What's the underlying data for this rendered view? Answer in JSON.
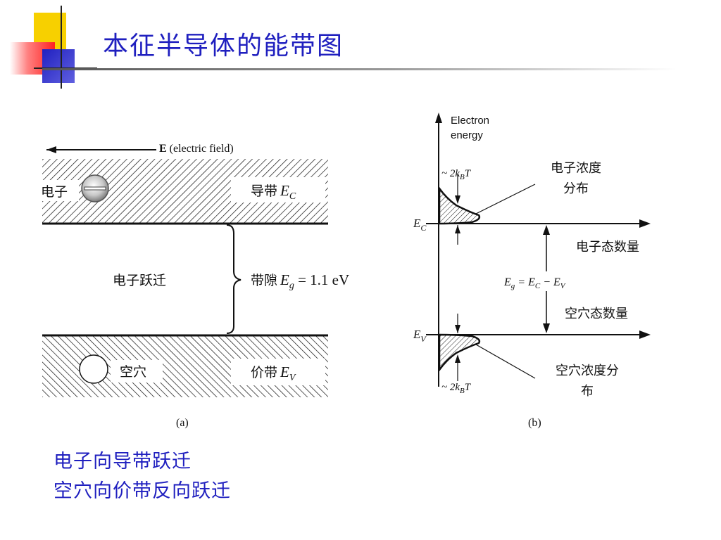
{
  "slide": {
    "title": "本征半导体的能带图",
    "bottom_lines": [
      "电子向导带跃迁",
      "空穴向价带反向跃迁"
    ]
  },
  "figure_a": {
    "field_label_bold": "E",
    "field_label_rest": " (electric field)",
    "electron_label": "电子",
    "conduction_band_label": "导带",
    "conduction_band_symbol": "E",
    "conduction_band_sub": "C",
    "transition_label": "电子跃迁",
    "gap_label_cn": "带隙",
    "gap_symbol": "E",
    "gap_sub": "g",
    "gap_value": " = 1.1 eV",
    "hole_label": "空穴",
    "valence_band_label": "价带",
    "valence_band_symbol": "E",
    "valence_band_sub": "V",
    "caption": "(a)"
  },
  "figure_b": {
    "axis_label_line1": "Electron",
    "axis_label_line2": "energy",
    "top_width_label": "~ 2k",
    "top_width_sub": "B",
    "top_width_T": "T",
    "electron_dist_line1": "电子浓度",
    "electron_dist_line2": "分布",
    "ec_label": "E",
    "ec_sub": "C",
    "electron_states_label": "电子态数量",
    "gap_eq_E1": "E",
    "gap_eq_sub1": "g",
    "gap_eq_mid": " = E",
    "gap_eq_sub2": "C",
    "gap_eq_minus": " − E",
    "gap_eq_sub3": "V",
    "hole_states_label": "空穴态数量",
    "ev_label": "E",
    "ev_sub": "V",
    "hole_dist_line1": "空穴浓度分",
    "hole_dist_line2": "布",
    "bottom_width_label": "~ 2k",
    "bottom_width_sub": "B",
    "bottom_width_T": "T",
    "caption": "(b)"
  },
  "colors": {
    "title_blue": "#1f1fbf",
    "ink": "#111111"
  }
}
